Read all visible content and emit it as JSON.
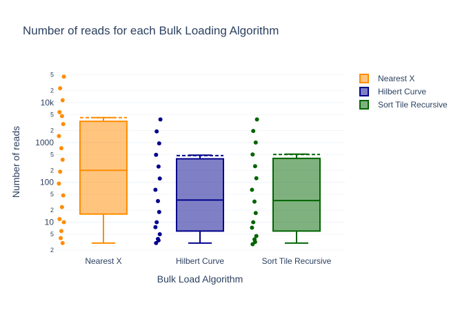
{
  "chart_data": {
    "type": "box",
    "title": "Number of reads for each Bulk Loading Algorithm",
    "xlabel": "Bulk Load Algorithm",
    "ylabel": "Number of reads",
    "y_scale": "log",
    "ylim": [
      2,
      60000
    ],
    "grid": true,
    "legend_position": "top-right",
    "y_ticks_major": [
      {
        "value": 10,
        "label": "10"
      },
      {
        "value": 100,
        "label": "100"
      },
      {
        "value": 1000,
        "label": "1000"
      },
      {
        "value": 10000,
        "label": "10k"
      }
    ],
    "y_ticks_minor": [
      {
        "value": 2,
        "label": "2"
      },
      {
        "value": 5,
        "label": "5"
      },
      {
        "value": 20,
        "label": "2"
      },
      {
        "value": 50,
        "label": "5"
      },
      {
        "value": 200,
        "label": "2"
      },
      {
        "value": 500,
        "label": "5"
      },
      {
        "value": 2000,
        "label": "2"
      },
      {
        "value": 5000,
        "label": "5"
      },
      {
        "value": 20000,
        "label": "2"
      },
      {
        "value": 50000,
        "label": "5"
      }
    ],
    "categories": [
      "Nearest X",
      "Hilbert Curve",
      "Sort Tile Recursive"
    ],
    "series": [
      {
        "name": "Nearest X",
        "color": "#ff8c00",
        "fill": "rgba(255,140,0,0.5)",
        "min": 3,
        "q1": 16,
        "median": 200,
        "q3": 3400,
        "max": 4200,
        "mean": 4200,
        "points": [
          45000,
          23000,
          11500,
          5800,
          4600,
          2900,
          1450,
          720,
          370,
          185,
          93,
          47,
          24,
          12,
          6,
          3,
          4,
          10
        ]
      },
      {
        "name": "Hilbert Curve",
        "color": "#00008b",
        "fill": "rgba(0,0,139,0.5)",
        "min": 3,
        "q1": 6,
        "median": 36,
        "q3": 390,
        "max": 480,
        "mean": 470,
        "points": [
          3800,
          1900,
          950,
          490,
          250,
          125,
          65,
          34,
          18,
          10,
          7.5,
          5,
          3.5,
          3,
          3.8
        ]
      },
      {
        "name": "Sort Tile Recursive",
        "color": "#006400",
        "fill": "rgba(0,100,0,0.5)",
        "min": 3,
        "q1": 6,
        "median": 35,
        "q3": 400,
        "max": 510,
        "mean": 500,
        "points": [
          3800,
          1950,
          1000,
          500,
          255,
          127,
          65,
          33,
          17,
          10,
          7.3,
          4.5,
          3.2,
          2.8,
          3.7
        ]
      }
    ]
  }
}
